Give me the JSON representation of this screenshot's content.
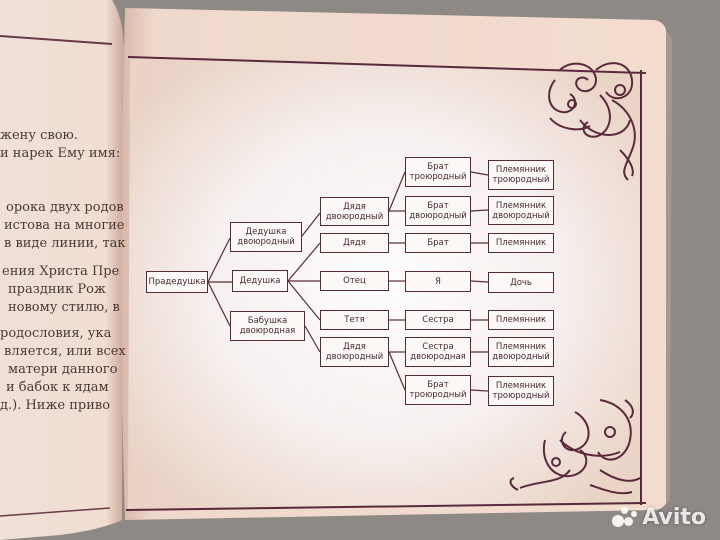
{
  "left_page": {
    "lines": [
      "жену свою.",
      "и нарек Ему имя:",
      "орока двух родов",
      "истова на многие",
      "в виде линии, так",
      "ения Христа Пре",
      "праздник Рож",
      "новому стилю, в",
      "родословия, ука",
      "вляется, или всех",
      "матери данного",
      "и бабок к ядам",
      "д.). Ниже приво"
    ]
  },
  "tree": {
    "praded": "Прадедушка",
    "ded_dv": [
      "Дедушка",
      "двоюродный"
    ],
    "ded": "Дедушка",
    "bab_dv": [
      "Бабушка",
      "двоюродная"
    ],
    "dyadya_dv1": [
      "Дядя",
      "двоюродный"
    ],
    "dyadya": "Дядя",
    "otec": "Отец",
    "tetya": "Тетя",
    "dyadya_dv2": [
      "Дядя",
      "двоюродный"
    ],
    "brat_tr1": [
      "Брат",
      "троюродный"
    ],
    "brat_dv": [
      "Брат",
      "двоюродный"
    ],
    "brat": "Брат",
    "ya": "Я",
    "sestra": "Сестра",
    "sestra_dv": [
      "Сестра",
      "двоюродная"
    ],
    "brat_tr2": [
      "Брат",
      "троюродный"
    ],
    "plem_tr1": [
      "Племянник",
      "троюродный"
    ],
    "plem_dv1": [
      "Племянник",
      "двоюродный"
    ],
    "plem1": "Племянник",
    "doch": "Дочь",
    "plem2": "Племянник",
    "plem_dv2": [
      "Племянник",
      "двоюродный"
    ],
    "plem_tr2": [
      "Племянник",
      "троюродный"
    ]
  },
  "watermark": {
    "text": "Avito",
    "logo_icon": "avito-logo-icon"
  },
  "colors": {
    "page": "#efdcd0",
    "page_inner": "#f7f2f0",
    "border": "#5a2a3c",
    "text": "#4a2a36"
  }
}
